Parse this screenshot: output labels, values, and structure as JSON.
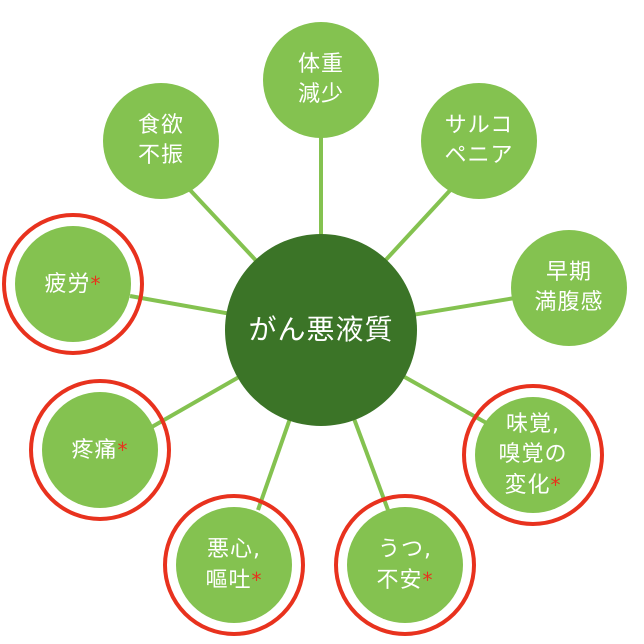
{
  "diagram": {
    "type": "hub-and-spoke",
    "colors": {
      "center_fill": "#3b7427",
      "satellite_fill": "#84c250",
      "connector": "#84c250",
      "highlight_ring": "#e8321e",
      "text": "#ffffff",
      "asterisk": "#e8321e"
    },
    "center": {
      "label": "がん悪液質"
    },
    "nodes": [
      {
        "id": "weight-loss",
        "line1": "体重",
        "line2": "減少",
        "line3": "",
        "asterisk": "",
        "highlighted": false
      },
      {
        "id": "sarcopenia",
        "line1": "サルコ",
        "line2": "ペニア",
        "line3": "",
        "asterisk": "",
        "highlighted": false
      },
      {
        "id": "early-satiety",
        "line1": "早期",
        "line2": "満腹感",
        "line3": "",
        "asterisk": "",
        "highlighted": false
      },
      {
        "id": "taste-smell-change",
        "line1": "味覚,",
        "line2": "嗅覚の",
        "line3": "変化",
        "asterisk": "*",
        "highlighted": true
      },
      {
        "id": "depression-anxiety",
        "line1": "うつ,",
        "line2": "不安",
        "line3": "",
        "asterisk": "*",
        "highlighted": true
      },
      {
        "id": "nausea-vomiting",
        "line1": "悪心,",
        "line2": "嘔吐",
        "line3": "",
        "asterisk": "*",
        "highlighted": true
      },
      {
        "id": "pain",
        "line1": "疼痛",
        "line2": "",
        "line3": "",
        "asterisk": "*",
        "highlighted": true
      },
      {
        "id": "fatigue",
        "line1": "疲労",
        "line2": "",
        "line3": "",
        "asterisk": "*",
        "highlighted": true
      },
      {
        "id": "anorexia",
        "line1": "食欲",
        "line2": "不振",
        "line3": "",
        "asterisk": "",
        "highlighted": false
      }
    ]
  }
}
